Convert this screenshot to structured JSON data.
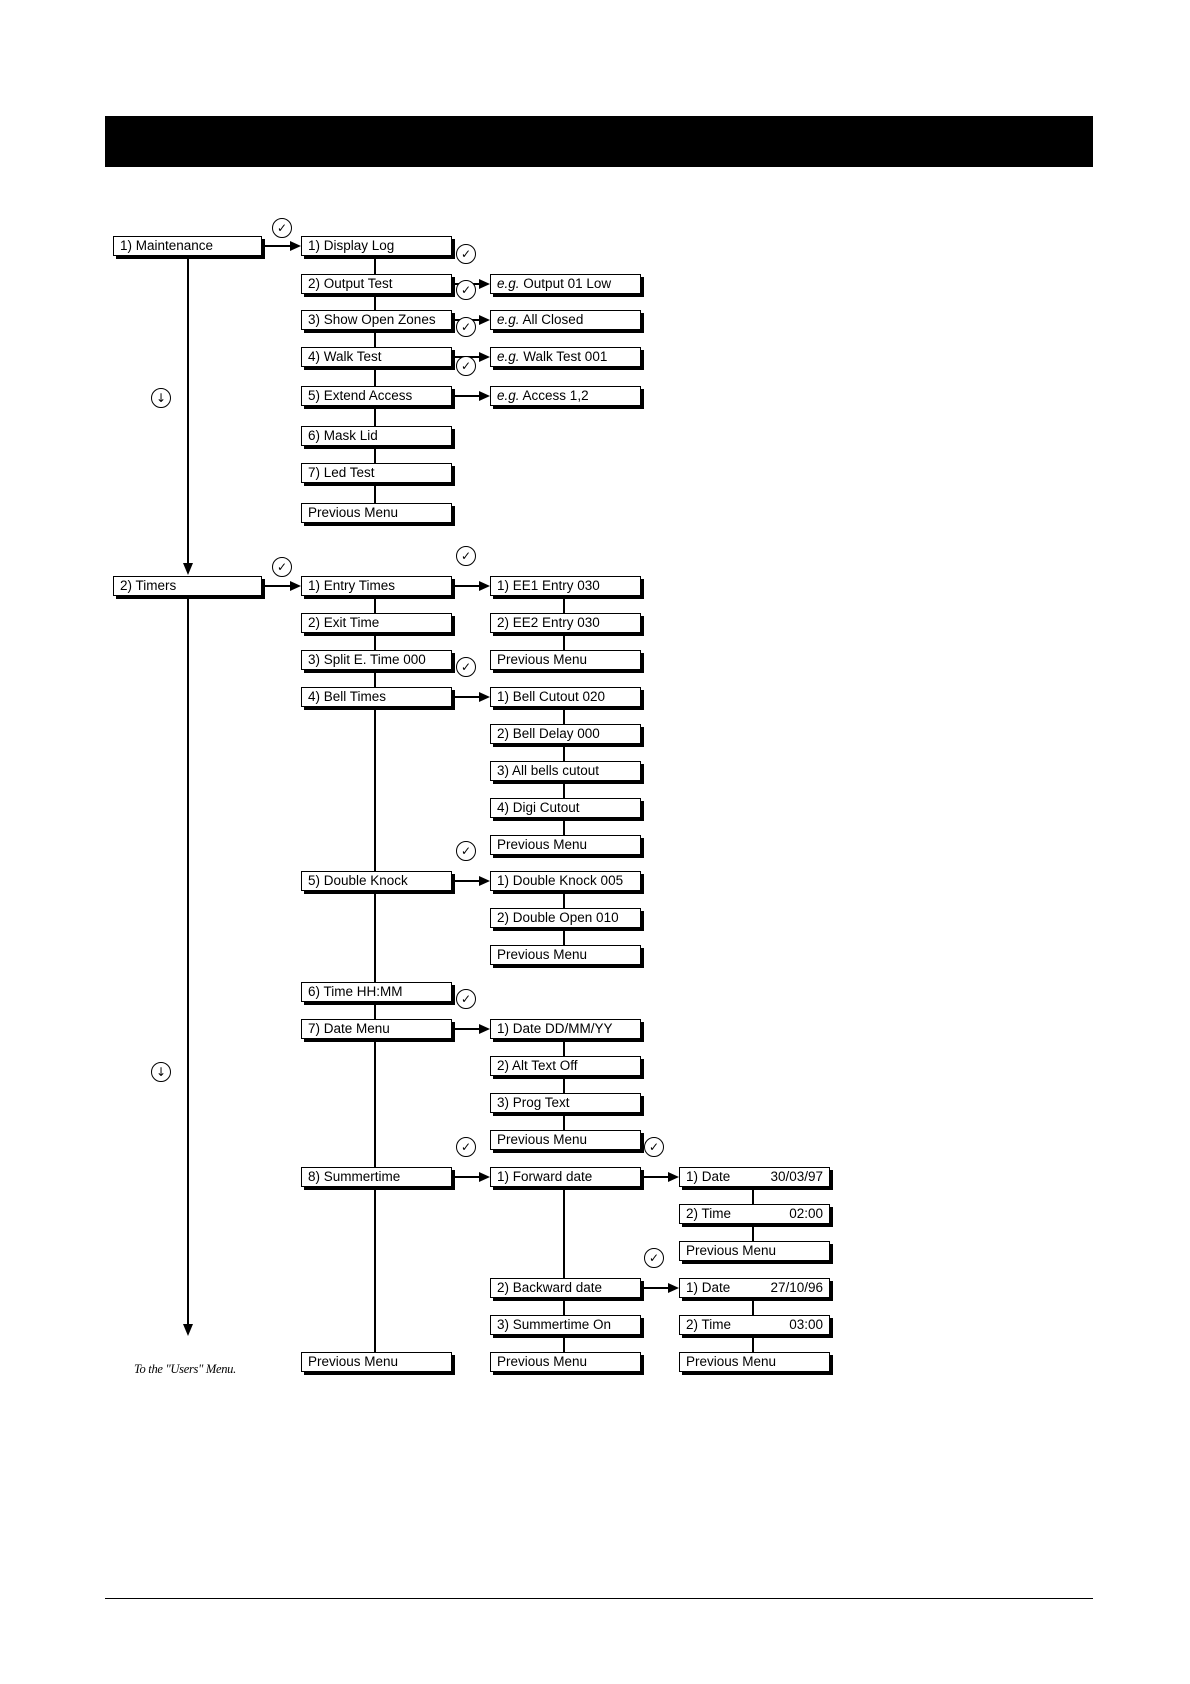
{
  "menu": {
    "maintenance": {
      "label": "1) Maintenance",
      "items": [
        {
          "label": "1) Display Log"
        },
        {
          "label": "2) Output Test",
          "example_prefix": "e.g.",
          "example": "Output 01 Low"
        },
        {
          "label": "3) Show Open Zones",
          "example_prefix": "e.g.",
          "example": "All Closed"
        },
        {
          "label": "4) Walk Test",
          "example_prefix": "e.g.",
          "example": "Walk Test 001"
        },
        {
          "label": "5) Extend Access",
          "example_prefix": "e.g.",
          "example": "Access 1,2"
        },
        {
          "label": "6) Mask Lid"
        },
        {
          "label": "7) Led Test"
        },
        {
          "label": "Previous Menu"
        }
      ]
    },
    "timers": {
      "label": "2) Timers",
      "items": [
        {
          "label": "1) Entry Times"
        },
        {
          "label": "2) Exit Time"
        },
        {
          "label": "3) Split E. Time 000"
        },
        {
          "label": "4) Bell Times"
        },
        {
          "label": "5) Double Knock"
        },
        {
          "label": "6) Time  HH:MM"
        },
        {
          "label": "7) Date Menu"
        },
        {
          "label": "8) Summertime"
        },
        {
          "label": "Previous Menu"
        }
      ],
      "entry_times": [
        "1) EE1 Entry 030",
        "2) EE2 Entry 030",
        "Previous Menu"
      ],
      "bell_times": [
        "1) Bell Cutout 020",
        "2) Bell Delay 000",
        "3) All bells cutout",
        "4) Digi Cutout",
        "Previous Menu"
      ],
      "double_knock": [
        "1) Double Knock 005",
        "2) Double Open 010",
        "Previous Menu"
      ],
      "date_menu": [
        "1) Date DD/MM/YY",
        "2) Alt Text Off",
        "3) Prog Text",
        "Previous Menu"
      ],
      "summertime": [
        "1) Forward date",
        "2) Backward date",
        "3) Summertime On",
        "Previous Menu"
      ],
      "forward_date": [
        {
          "label": "1) Date",
          "value": "30/03/97"
        },
        {
          "label": "2) Time",
          "value": "02:00"
        },
        {
          "label": "Previous Menu",
          "value": ""
        }
      ],
      "backward_date": [
        {
          "label": "1) Date",
          "value": "27/10/96"
        },
        {
          "label": "2) Time",
          "value": "03:00"
        },
        {
          "label": "Previous Menu",
          "value": ""
        }
      ]
    }
  },
  "icons": {
    "confirm": "check-circle-icon",
    "next": "down-arrow-circle-icon"
  },
  "glyphs": {
    "check": "✓",
    "down": "↓"
  },
  "note": "To the \"Users\" Menu."
}
